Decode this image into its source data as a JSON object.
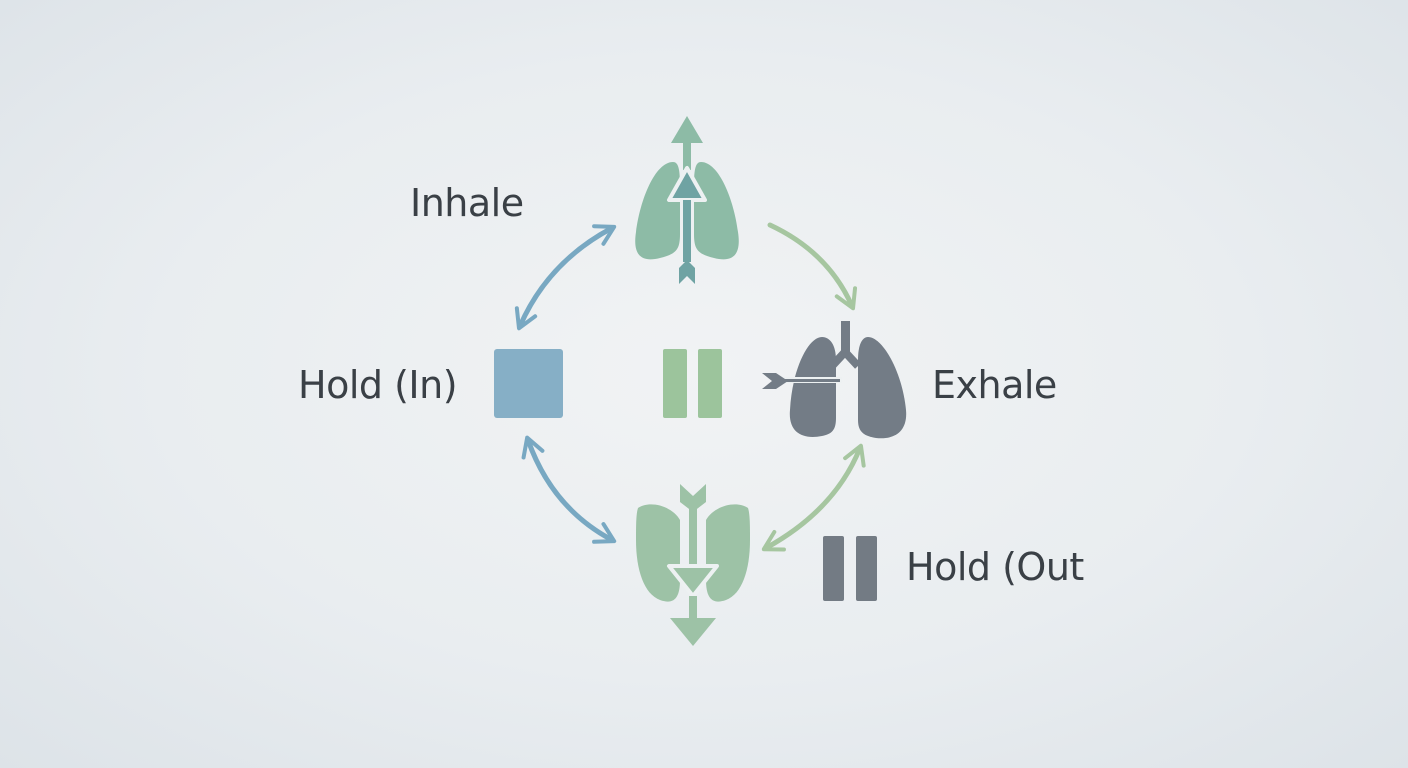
{
  "diagram": {
    "type": "breathing-cycle",
    "labels": {
      "inhale": "Inhale",
      "hold_in": "Hold (In)",
      "exhale": "Exhale",
      "hold_out": "Hold (Out"
    },
    "nodes": [
      {
        "id": "inhale",
        "icon": "lungs-up-arrow-icon",
        "color": "#8dbba6"
      },
      {
        "id": "exhale",
        "icon": "lungs-side-arrow-icon",
        "color": "#737c86"
      },
      {
        "id": "hold_out_lungs",
        "icon": "lungs-down-arrow-icon",
        "color": "#9dc2a6"
      },
      {
        "id": "hold_in",
        "icon": "square-stop-icon",
        "color": "#86afc6"
      },
      {
        "id": "center_pause",
        "icon": "pause-icon",
        "color": "#9cc49c"
      },
      {
        "id": "hold_out",
        "icon": "pause-icon",
        "color": "#737b84"
      }
    ],
    "edges": [
      {
        "from": "hold_in",
        "to": "inhale",
        "bidirectional": true,
        "color": "#78a8c2"
      },
      {
        "from": "inhale",
        "to": "exhale",
        "bidirectional": false,
        "color": "#a6c6a0"
      },
      {
        "from": "exhale",
        "to": "hold_out_lungs",
        "bidirectional": true,
        "color": "#a6c6a0"
      },
      {
        "from": "hold_out_lungs",
        "to": "hold_in",
        "bidirectional": true,
        "color": "#78a8c2"
      }
    ],
    "colors": {
      "text": "#3a4046",
      "blue": "#86afc6",
      "teal": "#8dbba6",
      "teal_dark": "#6fa3a3",
      "green": "#9cc49c",
      "gray": "#737c86"
    }
  }
}
